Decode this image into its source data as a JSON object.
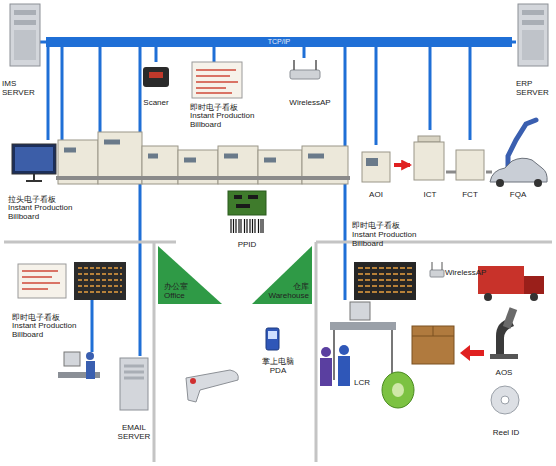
{
  "diagram": {
    "nodes": [
      {
        "text": [
          "TCP/IP"
        ]
      },
      {
        "text": [
          "IMS SERVER"
        ]
      },
      {
        "text": [
          "ERP SERVER"
        ]
      },
      {
        "text": [
          "Scaner"
        ]
      },
      {
        "text": [
          "即时电子看板 Instant Production Billboard"
        ]
      },
      {
        "text": [
          "WirelessAP"
        ]
      },
      {
        "text": [
          "拉头电子看板 Instant Production Billboard"
        ]
      },
      {
        "text": [
          "PPID"
        ]
      },
      {
        "text": [
          "AOI"
        ]
      },
      {
        "text": [
          "ICT"
        ]
      },
      {
        "text": [
          "FCT"
        ]
      },
      {
        "text": [
          "FQA"
        ]
      },
      {
        "text": [
          "即时电子看板 Instant Production Billboard"
        ]
      },
      {
        "text": [
          "办公室 Office"
        ]
      },
      {
        "text": [
          "仓库 Warehouse"
        ]
      },
      {
        "text": [
          "WirelessAP"
        ]
      },
      {
        "text": [
          "即时电子看板 Instant Production Billboard"
        ]
      },
      {
        "text": [
          "掌上电脑 PDA"
        ]
      },
      {
        "text": [
          "LCR"
        ]
      },
      {
        "text": [
          "AOS"
        ]
      },
      {
        "text": [
          "EMAIL SERVER"
        ]
      },
      {
        "text": [
          "Reel ID"
        ]
      }
    ],
    "edges": [
      {
        "from": 0,
        "to": 1,
        "arrow": "none"
      },
      {
        "from": 0,
        "to": 2,
        "arrow": "none"
      },
      {
        "from": 0,
        "to": 6,
        "arrow": "none"
      },
      {
        "from": 0,
        "to": 3,
        "arrow": "none"
      },
      {
        "from": 0,
        "to": 4,
        "arrow": "none"
      },
      {
        "from": 0,
        "to": 5,
        "arrow": "none"
      },
      {
        "from": 0,
        "to": 8,
        "arrow": "none"
      },
      {
        "from": 0,
        "to": 9,
        "arrow": "none"
      },
      {
        "from": 0,
        "to": 10,
        "arrow": "none"
      },
      {
        "from": 0,
        "to": 20,
        "arrow": "none"
      },
      {
        "from": 0,
        "to": 18,
        "arrow": "none"
      },
      {
        "from": 8,
        "to": 9,
        "arrow": "to"
      }
    ]
  }
}
